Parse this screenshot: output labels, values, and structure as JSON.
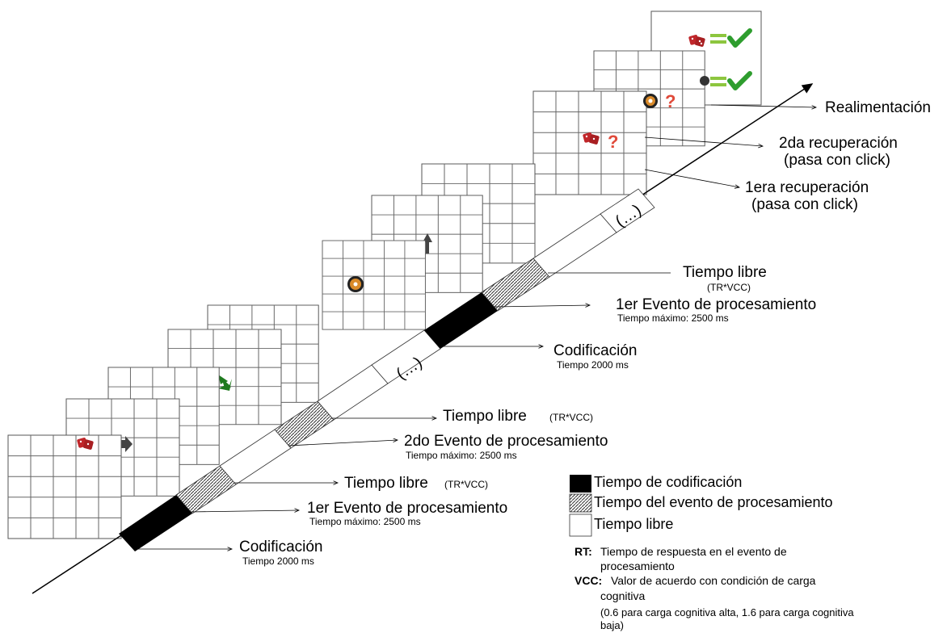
{
  "labels": {
    "realimentacion": "Realimentación",
    "recup2_title": "2da recuperación",
    "recup2_sub": "(pasa con click)",
    "recup1_title": "1era recuperación",
    "recup1_sub": "(pasa con click)",
    "libre_top_title": "Tiempo libre",
    "libre_top_sub": "(TR*VCC)",
    "evento_top_title": "1er Evento de procesamiento",
    "evento_top_sub": "Tiempo máximo: 2500 ms",
    "codif_top_title": "Codificación",
    "codif_top_sub": "Tiempo 2000 ms",
    "libre_mid_title": "Tiempo libre",
    "libre_mid_sub": "(TR*VCC)",
    "evento2_title": "2do Evento de procesamiento",
    "evento2_sub": "Tiempo máximo: 2500 ms",
    "libre_low_title": "Tiempo libre",
    "libre_low_sub": "(TR*VCC)",
    "evento1_title": "1er Evento de procesamiento",
    "evento1_sub": "Tiempo máximo: 2500 ms",
    "codif_bottom_title": "Codificación",
    "codif_bottom_sub": "Tiempo 2000 ms",
    "ellipsis": "(…)"
  },
  "legend": {
    "items": [
      {
        "label": "Tiempo de codificación"
      },
      {
        "label": "Tiempo del evento de procesamiento"
      },
      {
        "label": "Tiempo libre"
      }
    ]
  },
  "notes": {
    "rt_key": "RT:",
    "rt_line1": "Tiempo de respuesta en el evento de",
    "rt_line2": "procesamiento",
    "vcc_key": "VCC:",
    "vcc_line1": "Valor de acuerdo con condición de carga",
    "vcc_line2": "cognitiva",
    "vcc_line3": "(0.6 para carga cognitiva alta, 1.6 para carga cognitiva",
    "vcc_line4": "baja)"
  },
  "colors": {
    "coding": "#000000",
    "free": "#ffffff",
    "grid_line": "#555555",
    "check_green": "#2e9d2e",
    "question_red": "#e04a3a",
    "dice_red": "#c0262a",
    "arrow_green": "#1f7a1f",
    "arrow_gray": "#444444"
  },
  "icons": [
    "dice-icon",
    "cd-icon",
    "question-icon",
    "check-icon",
    "equals-icon",
    "arrow-right-icon",
    "arrow-down-right-icon",
    "arrow-up-icon"
  ]
}
